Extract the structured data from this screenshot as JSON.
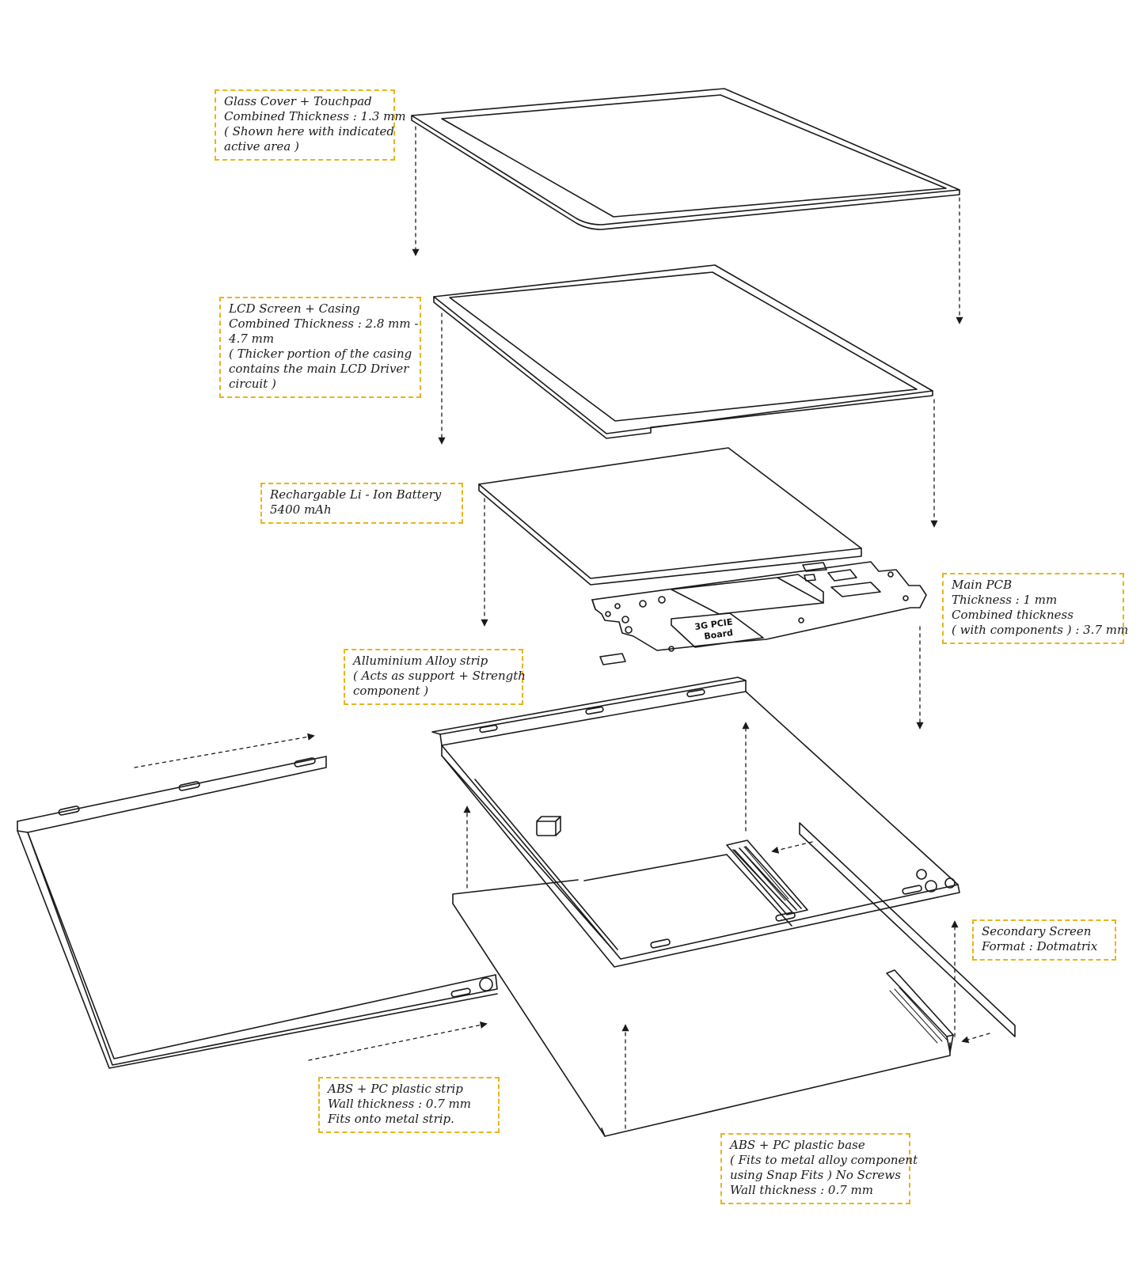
{
  "accent_color": "#e8b41a",
  "line_color": "#1a1a1a",
  "callouts": {
    "glass": {
      "lines": [
        "Glass Cover + Touchpad",
        "Combined Thickness : 1.3 mm",
        "( Shown here with indicated",
        "active area )"
      ]
    },
    "lcd": {
      "lines": [
        "LCD Screen + Casing",
        "Combined Thickness : 2.8 mm -",
        "4.7 mm",
        "( Thicker portion of the casing",
        "contains the main LCD Driver",
        "circuit )"
      ]
    },
    "battery": {
      "lines": [
        "Rechargable Li - Ion Battery",
        "5400 mAh"
      ]
    },
    "pcb": {
      "lines": [
        "Main PCB",
        "Thickness : 1 mm",
        "Combined thickness",
        "( with components ) : 3.7 mm"
      ]
    },
    "alloy": {
      "lines": [
        "Alluminium Alloy strip",
        "( Acts as support + Strength",
        "component )"
      ]
    },
    "secondary": {
      "lines": [
        "Secondary Screen",
        "Format : Dotmatrix"
      ]
    },
    "strip": {
      "lines": [
        "ABS + PC plastic strip",
        "Wall thickness : 0.7 mm",
        "Fits onto metal strip."
      ]
    },
    "base": {
      "lines": [
        "ABS + PC plastic base",
        "( Fits to metal alloy component",
        "using Snap Fits ) No Screws",
        "Wall thickness : 0.7 mm"
      ]
    }
  },
  "pcb_board": {
    "pcie_label": "3G PCIE",
    "pcie_label_2": "Board"
  }
}
